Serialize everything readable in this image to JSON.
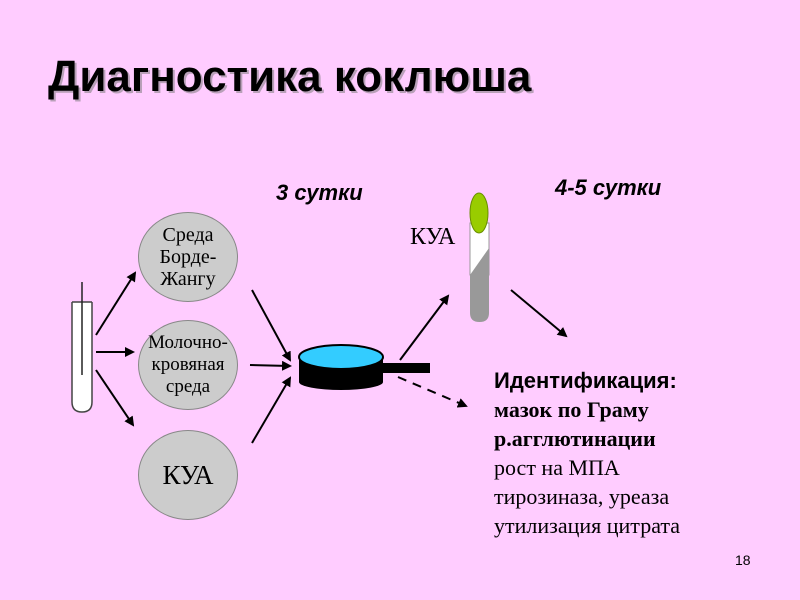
{
  "title": "Диагностика коклюша",
  "time_labels": {
    "first": "3 сутки",
    "second": "4-5 сутки"
  },
  "media": [
    "Среда Борде-Жангу",
    "Молочно-кровяная среда",
    "КУА"
  ],
  "media_lines": {
    "m1": [
      "Среда",
      "Борде-",
      "Жангу"
    ],
    "m2": [
      "Молочно-",
      "кровяная",
      "среда"
    ],
    "m3": [
      "КУА"
    ]
  },
  "tube_label": "КУА",
  "identification": {
    "title": "Идентификация:",
    "items": [
      "мазок по Граму",
      "р.агглютинации",
      "рост на МПА",
      "тирозиназа, уреаза",
      "утилизация цитрата"
    ]
  },
  "page_number": "18",
  "colors": {
    "background": "#ffccff",
    "circle_fill": "#cccccc",
    "petri_fill": "#33ccff",
    "tube_cap": "#99cc00",
    "tube_gray": "#999999"
  }
}
